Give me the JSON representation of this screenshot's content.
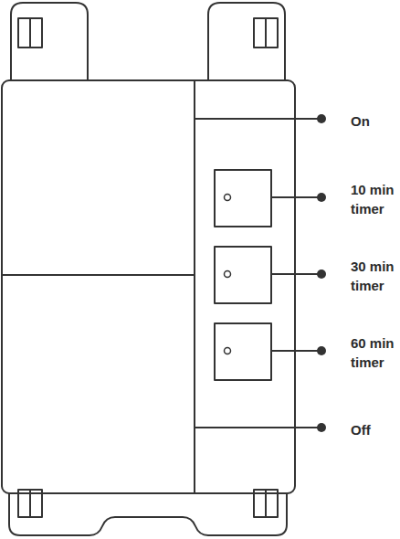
{
  "diagram": {
    "labels": [
      "On",
      "10 min timer",
      "30 min timer",
      "60 min timer",
      "Off"
    ]
  }
}
